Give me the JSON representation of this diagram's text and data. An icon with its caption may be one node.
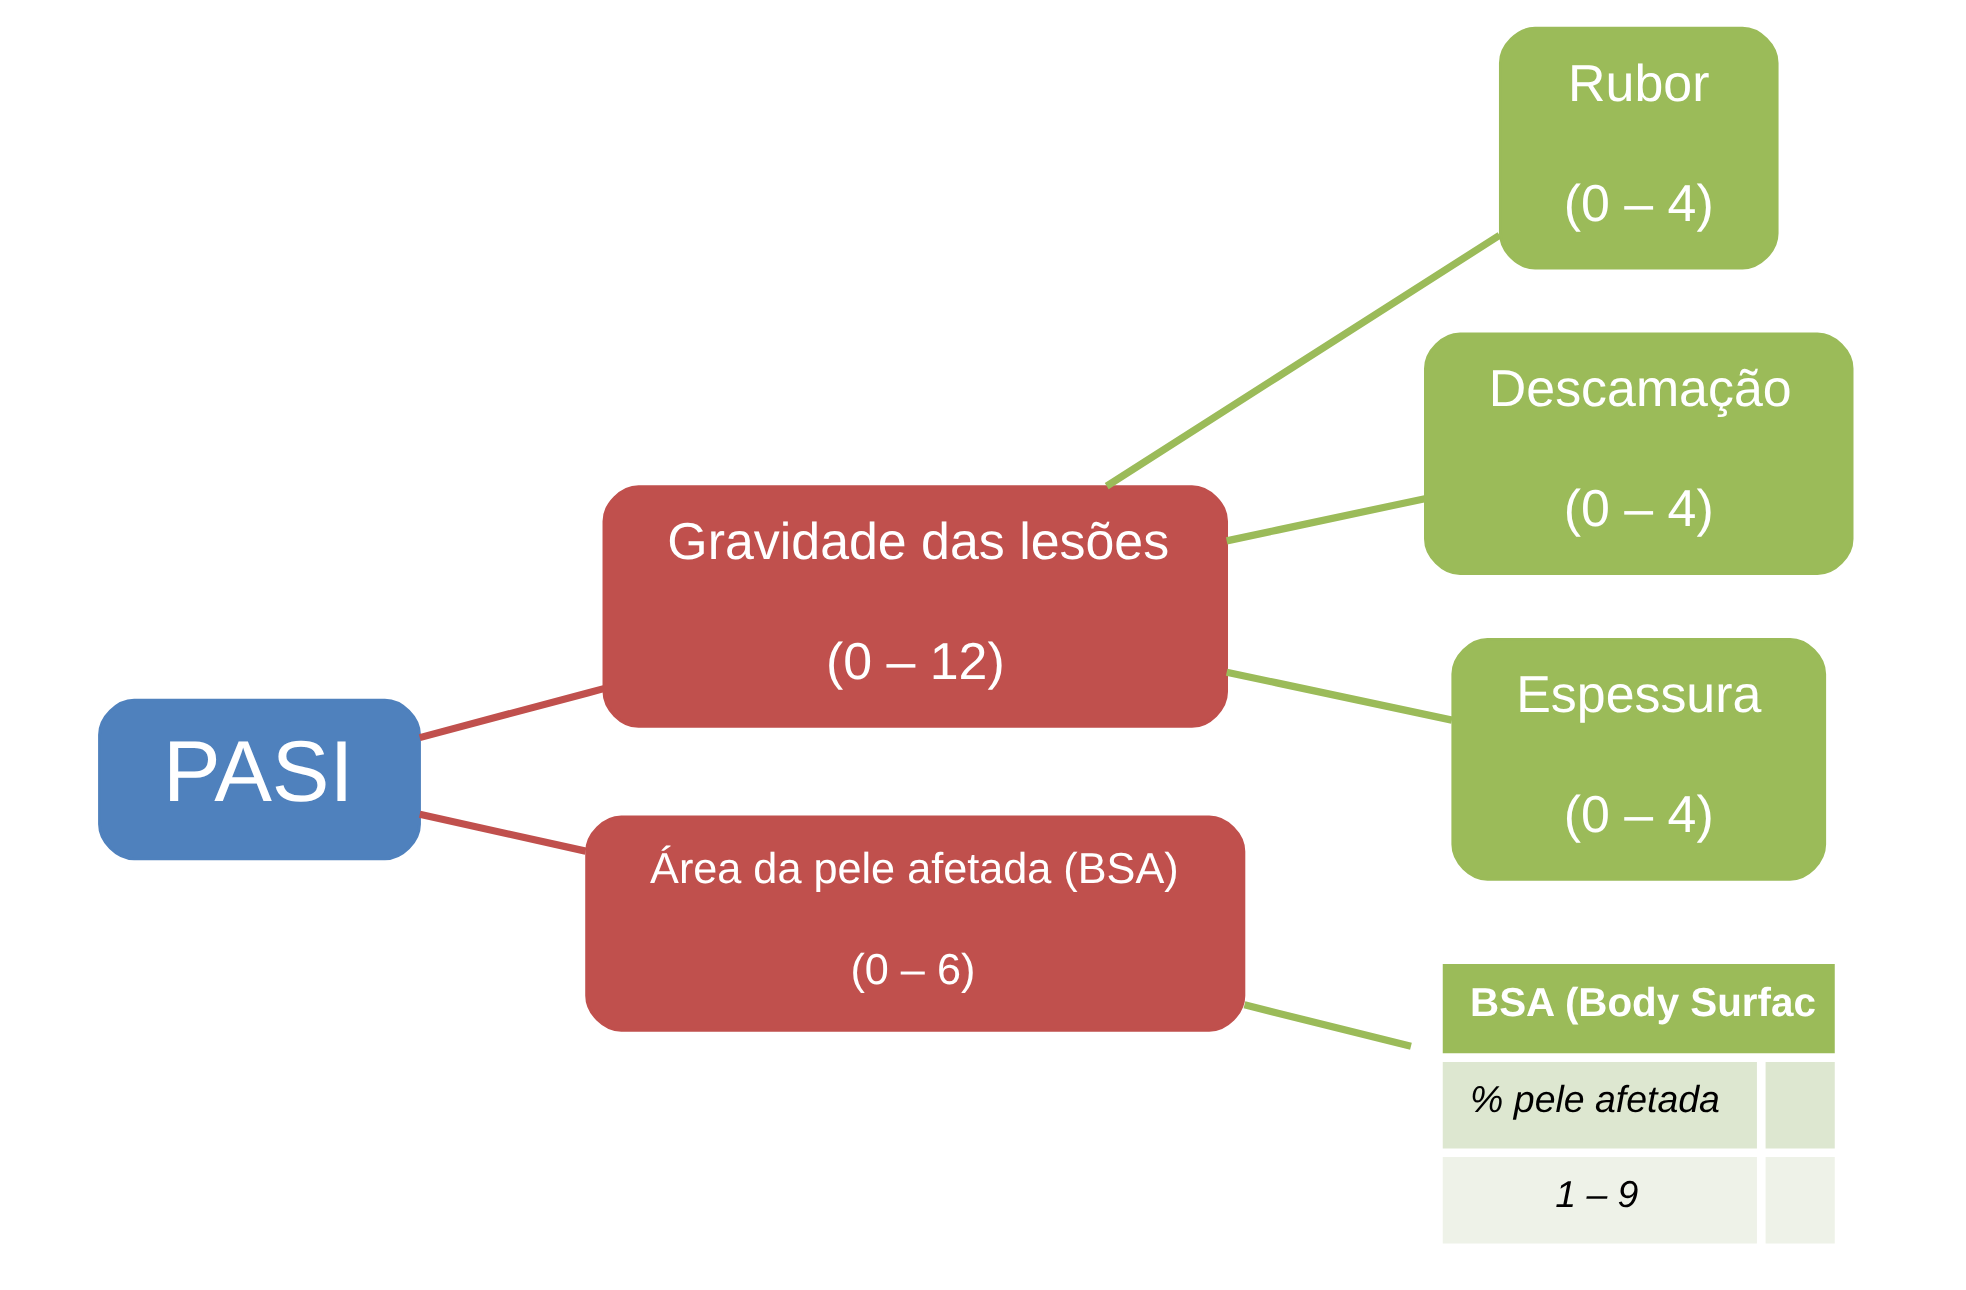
{
  "diagram": {
    "nodes": [
      {
        "text": [
          "PASI"
        ]
      },
      {
        "text": [
          "Gravidade das lesões",
          "(0 – 12)"
        ]
      },
      {
        "text": [
          "Área da pele afetada (BSA)",
          "(0 – 6)"
        ]
      },
      {
        "text": [
          "Rubor",
          "(0 – 4)"
        ]
      },
      {
        "text": [
          "Descamação",
          "(0 – 4)"
        ]
      },
      {
        "text": [
          "Espessura",
          "(0 – 4)"
        ]
      },
      {
        "text": [
          "BSA (Body Surfac",
          "% pele afetada",
          "1 – 9"
        ]
      }
    ],
    "edges": [
      {
        "from": 0,
        "to": 1,
        "arrow": "none",
        "color": "#c0504d"
      },
      {
        "from": 0,
        "to": 2,
        "arrow": "none",
        "color": "#c0504d"
      },
      {
        "from": 1,
        "to": 3,
        "arrow": "none"
      },
      {
        "from": 1,
        "to": 4,
        "arrow": "none"
      },
      {
        "from": 1,
        "to": 5,
        "arrow": "none"
      },
      {
        "from": 2,
        "to": 6,
        "arrow": "none"
      }
    ]
  }
}
